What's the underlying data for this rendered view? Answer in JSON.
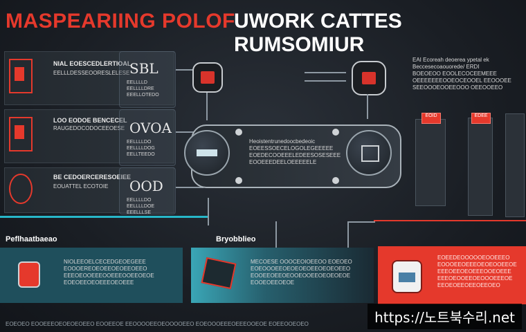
{
  "header": {
    "title_left": "MASPEARIING POLOF",
    "title_right": "UWORK CATTES RUMSOMIUR"
  },
  "rows": [
    {
      "line1": "NIAL EOESCEDLERTIOAL",
      "line2": "EELLLDESSEOORESLELESE",
      "badge": "SBL",
      "sub": "EELLLLD\nEELLLLDRE\nEEELLOTEDO"
    },
    {
      "line1": "LOO EODOE BENCECEL",
      "line2": "RAUGEDOCODOCEEOESE",
      "badge": "OVOA",
      "sub": "EELLLLDO\nEELLLLDOG\nEELLTEEDO"
    },
    {
      "line1": "BE CEDOERCERESOEIEE",
      "line2": "EOUATTEL ECOTOIE",
      "badge": "OOD",
      "sub": "EELLLLDO\nEELLLLDOE\nEEELLLSE"
    }
  ],
  "center": {
    "text": "Heoistentrunedoocbedeoic\nEOEESSOECELOGOLEGEEEEE\nEOEDECOOEEELEDEESOSESEEE\nEOOEEEDEELOEEEEELE"
  },
  "right_text": "EAI Ecoreah deoerea ypetal ek\nBeccesecoaouorede/ ERDI\nBOEOEOO EOOLECOCEEMEEE\nOEEEEEEEOOEOCEOOEL EEOOOEE\nSEEOOOEOOEEOOO OEEOOEEO",
  "towers": [
    {
      "cap": "EOID"
    },
    {
      "cap": "EDEE"
    },
    {
      "cap": ""
    }
  ],
  "bottom": {
    "label_1": "Peflhaatbaeao",
    "label_2": "Bryobblieo",
    "panel_1_text": "NIOLEEOELCECEDGEOEGEEE\nEOOOEREOEOEEOEOEEOEEO\nEEEOEOOEEEOOEEEOOEEOEOE\nEOEOEEOEOEEEOEOEEE",
    "panel_2_text": "MECOESE OOOCEOIOEEOO EOEOEO\nEOEOOOEEOEOEOEOEEOEOEOEEO\nEOOEEOEEOEOOEOOEEOEOEOEOE\nEOOEOEEOEOE",
    "panel_3_text": "EOEEDEOOOOOEOOEEEO\nEOOOEEOEEEOEOEOOEEOE\nEEEOEEOEOEEEOOEOEEE\nEEEOEOOEEOEOOOEEEOE\nEEOEOEEOEEOEEOEO",
    "footer_text": "EOEOEO EOOEEEOEOEOEOEEO EOOEEOE  EEOOOOEEOEOOOOEEO  EOEOOOEEEOEEEOOEOE  EOEEOOEOEO"
  },
  "watermark": "https://노트북수리.net",
  "colors": {
    "accent": "#e5392c",
    "teal": "#27b7c9"
  }
}
